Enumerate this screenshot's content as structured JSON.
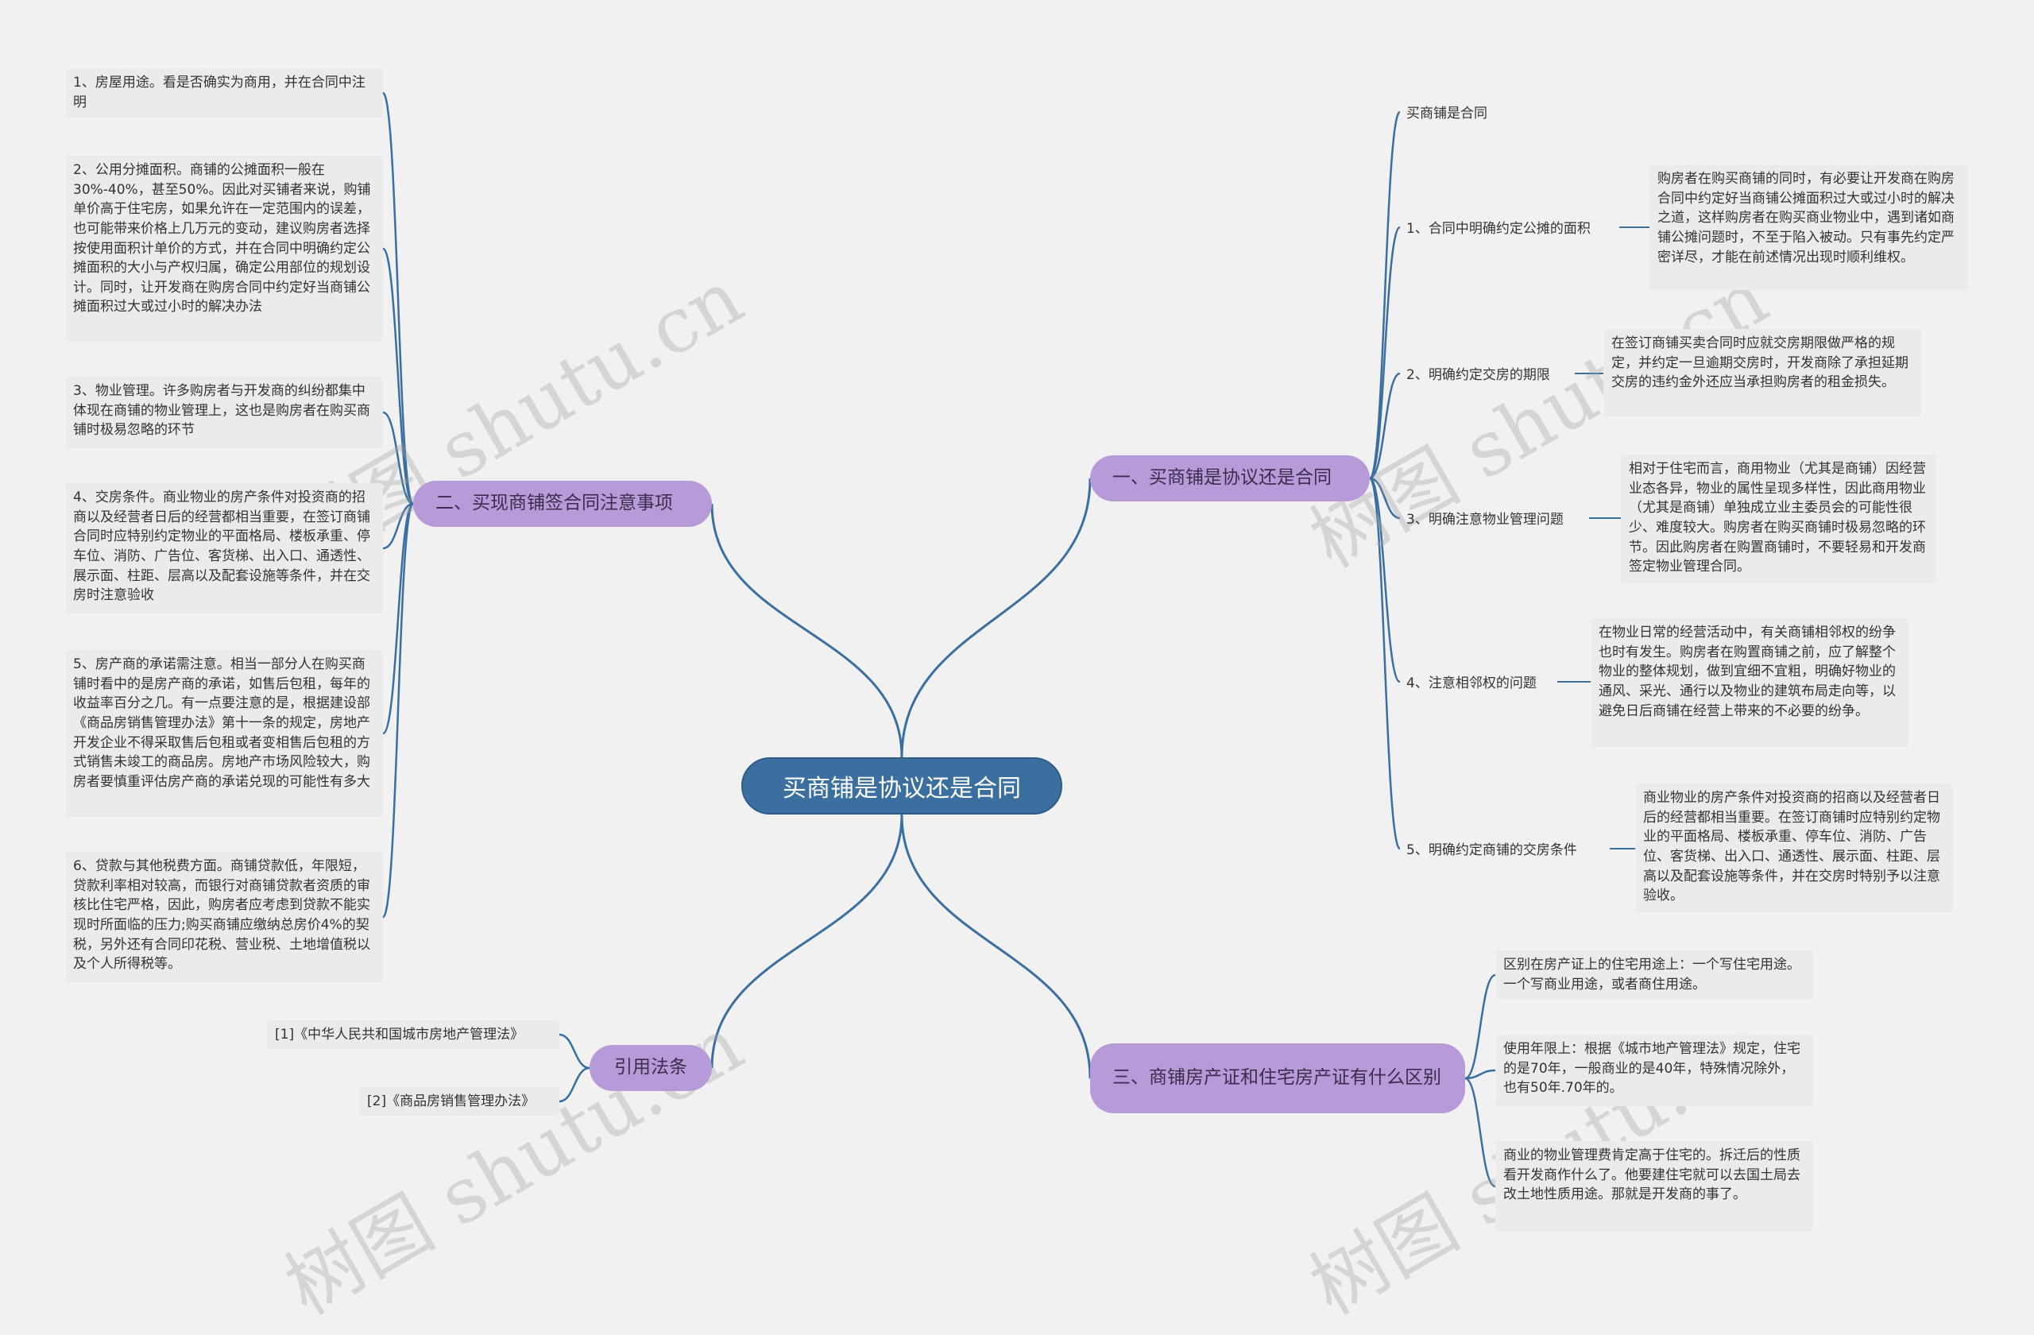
{
  "root": {
    "label": "买商铺是协议还是合同"
  },
  "branches": {
    "b1": {
      "label": "一、买商铺是协议还是合同",
      "items": [
        {
          "label": "买商铺是合同"
        },
        {
          "label": "1、合同中明确约定公摊的面积",
          "detail": "购房者在购买商铺的同时，有必要让开发商在购房合同中约定好当商铺公摊面积过大或过小时的解决之道，这样购房者在购买商业物业中，遇到诸如商铺公摊问题时，不至于陷入被动。只有事先约定严密详尽，才能在前述情况出现时顺利维权。"
        },
        {
          "label": "2、明确约定交房的期限",
          "detail": "在签订商铺买卖合同时应就交房期限做严格的规定，并约定一旦逾期交房时，开发商除了承担延期交房的违约金外还应当承担购房者的租金损失。"
        },
        {
          "label": "3、明确注意物业管理问题",
          "detail": "相对于住宅而言，商用物业（尤其是商铺）因经营业态各异，物业的属性呈现多样性，因此商用物业（尤其是商铺）单独成立业主委员会的可能性很少、难度较大。购房者在购买商铺时极易忽略的环节。因此购房者在购置商铺时，不要轻易和开发商签定物业管理合同。"
        },
        {
          "label": "4、注意相邻权的问题",
          "detail": "在物业日常的经营活动中，有关商铺相邻权的纷争也时有发生。购房者在购置商铺之前，应了解整个物业的整体规划，做到宜细不宜粗，明确好物业的通风、采光、通行以及物业的建筑布局走向等，以避免日后商铺在经营上带来的不必要的纷争。"
        },
        {
          "label": "5、明确约定商铺的交房条件",
          "detail": "商业物业的房产条件对投资商的招商以及经营者日后的经营都相当重要。在签订商铺时应特别约定物业的平面格局、楼板承重、停车位、消防、广告位、客货梯、出入口、通透性、展示面、柱距、层高以及配套设施等条件，并在交房时特别予以注意验收。"
        }
      ]
    },
    "b2": {
      "label": "二、买现商铺签合同注意事项",
      "items": [
        {
          "label": "1、房屋用途。看是否确实为商用，并在合同中注明"
        },
        {
          "label": "2、公用分摊面积。商铺的公摊面积一般在30%-40%，甚至50%。因此对买铺者来说，购铺单价高于住宅房，如果允许在一定范围内的误差，也可能带来价格上几万元的变动，建议购房者选择按使用面积计单价的方式，并在合同中明确约定公摊面积的大小与产权归属，确定公用部位的规划设计。同时，让开发商在购房合同中约定好当商铺公摊面积过大或过小时的解决办法"
        },
        {
          "label": "3、物业管理。许多购房者与开发商的纠纷都集中体现在商铺的物业管理上，这也是购房者在购买商铺时极易忽略的环节"
        },
        {
          "label": "4、交房条件。商业物业的房产条件对投资商的招商以及经营者日后的经营都相当重要，在签订商铺合同时应特别约定物业的平面格局、楼板承重、停车位、消防、广告位、客货梯、出入口、通透性、展示面、柱距、层高以及配套设施等条件，并在交房时注意验收"
        },
        {
          "label": "5、房产商的承诺需注意。相当一部分人在购买商铺时看中的是房产商的承诺，如售后包租，每年的收益率百分之几。有一点要注意的是，根据建设部《商品房销售管理办法》第十一条的规定，房地产开发企业不得采取售后包租或者变相售后包租的方式销售未竣工的商品房。房地产市场风险较大，购房者要慎重评估房产商的承诺兑现的可能性有多大"
        },
        {
          "label": "6、贷款与其他税费方面。商铺贷款低，年限短，贷款利率相对较高，而银行对商铺贷款者资质的审核比住宅严格，因此，购房者应考虑到贷款不能实现时所面临的压力;购买商铺应缴纳总房价4%的契税，另外还有合同印花税、营业税、土地增值税以及个人所得税等。"
        }
      ]
    },
    "b3": {
      "label": "三、商铺房产证和住宅房产证有什么区别",
      "items": [
        {
          "label": "区别在房产证上的住宅用途上：一个写住宅用途。一个写商业用途，或者商住用途。"
        },
        {
          "label": "使用年限上：根据《城市地产管理法》规定，住宅的是70年，一般商业的是40年，特殊情况除外，也有50年.70年的。"
        },
        {
          "label": "商业的物业管理费肯定高于住宅的。拆迁后的性质看开发商作什么了。他要建住宅就可以去国土局去改土地性质用途。那就是开发商的事了。"
        }
      ]
    },
    "b4": {
      "label": "引用法条",
      "items": [
        {
          "label": "[1]《中华人民共和国城市房地产管理法》"
        },
        {
          "label": "[2]《商品房销售管理办法》"
        }
      ]
    }
  },
  "watermark": "树图 shutu.cn",
  "colors": {
    "line": "#3a6f9f",
    "root": "#3a6f9f",
    "branch": "#b79ad8",
    "card": "#ebebeb"
  }
}
